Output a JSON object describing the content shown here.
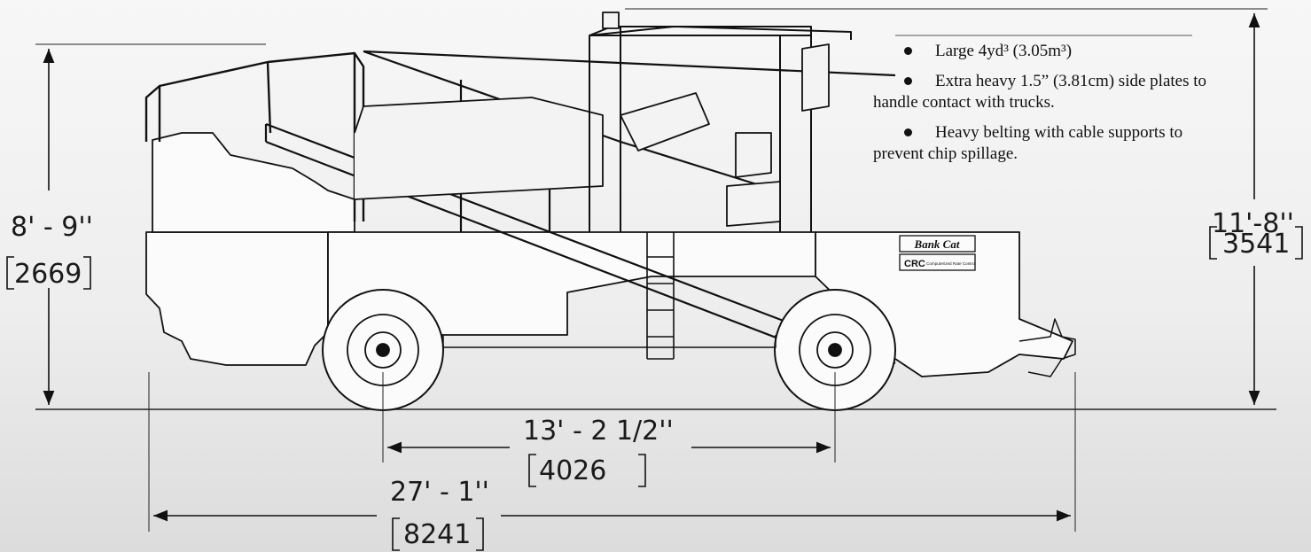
{
  "dimensions": {
    "height_front": {
      "imperial": "8' - 9''",
      "metric": "2669"
    },
    "height_overall": {
      "imperial": "11'-8''",
      "metric": "3541"
    },
    "wheelbase": {
      "imperial": "13' - 2 1/2''",
      "metric": "4026"
    },
    "length_overall": {
      "imperial": "27' - 1''",
      "metric": "8241"
    }
  },
  "features": [
    "Large 4yd³  (3.05m³)",
    "Extra heavy 1.5” (3.81cm) side plates to handle contact with trucks.",
    "Heavy belting with cable supports to prevent chip spillage."
  ],
  "decals": {
    "brand_logo": "Bank Cat",
    "crc_label": "CRC",
    "crc_text": "Computerized Rate Control"
  }
}
